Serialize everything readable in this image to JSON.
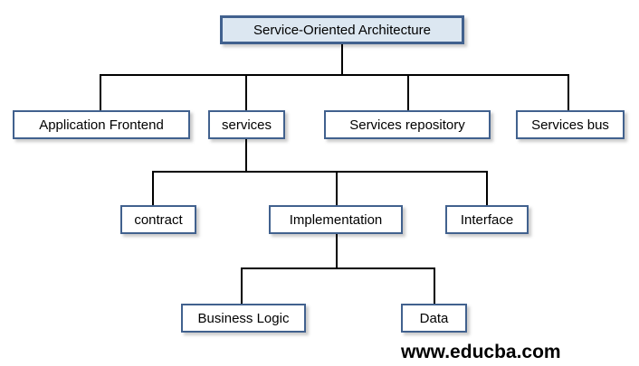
{
  "diagram": {
    "type": "hierarchy-tree",
    "title": "Service-Oriented Architecture",
    "colors": {
      "root_fill": "#dce7f1",
      "node_fill": "#ffffff",
      "border": "#41618e",
      "connector": "#000000",
      "background": "#ffffff",
      "text": "#000000"
    },
    "nodes": {
      "root": {
        "label": "Service-Oriented Architecture"
      },
      "level1": [
        {
          "label": "Application Frontend"
        },
        {
          "label": "services"
        },
        {
          "label": "Services repository"
        },
        {
          "label": "Services bus"
        }
      ],
      "level2": [
        {
          "label": "contract"
        },
        {
          "label": "Implementation"
        },
        {
          "label": "Interface"
        }
      ],
      "level3": [
        {
          "label": "Business Logic"
        },
        {
          "label": "Data"
        }
      ]
    },
    "edges": [
      {
        "from": "Service-Oriented Architecture",
        "to": "Application Frontend"
      },
      {
        "from": "Service-Oriented Architecture",
        "to": "services"
      },
      {
        "from": "Service-Oriented Architecture",
        "to": "Services repository"
      },
      {
        "from": "Service-Oriented Architecture",
        "to": "Services bus"
      },
      {
        "from": "services",
        "to": "contract"
      },
      {
        "from": "services",
        "to": "Implementation"
      },
      {
        "from": "services",
        "to": "Interface"
      },
      {
        "from": "Implementation",
        "to": "Business Logic"
      },
      {
        "from": "Implementation",
        "to": "Data"
      }
    ]
  },
  "watermark": {
    "text": "www.educba.com"
  }
}
